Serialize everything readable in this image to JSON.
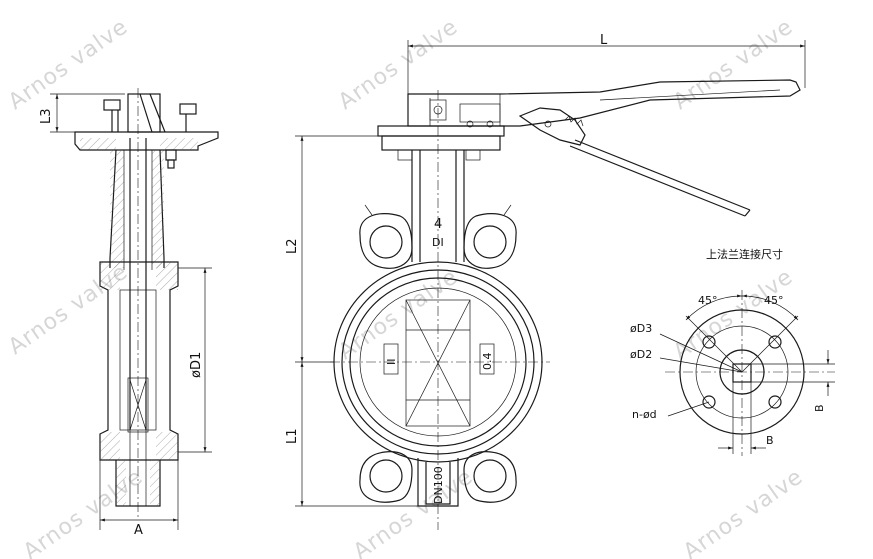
{
  "watermark": "Arnos valve",
  "dimensions": {
    "L": "L",
    "L1": "L1",
    "L2": "L2",
    "L3": "L3",
    "A": "A",
    "B": "B",
    "D1": "øD1",
    "D2": "øD2",
    "D3": "øD3",
    "holes": "n-ød",
    "angle_left": "45°",
    "angle_right": "45°"
  },
  "flange_title": "上法兰连接尺寸",
  "body_marks": {
    "top": "4",
    "di": "DI",
    "disc_left": "II",
    "disc_right": "0.4",
    "size": "DN100"
  }
}
